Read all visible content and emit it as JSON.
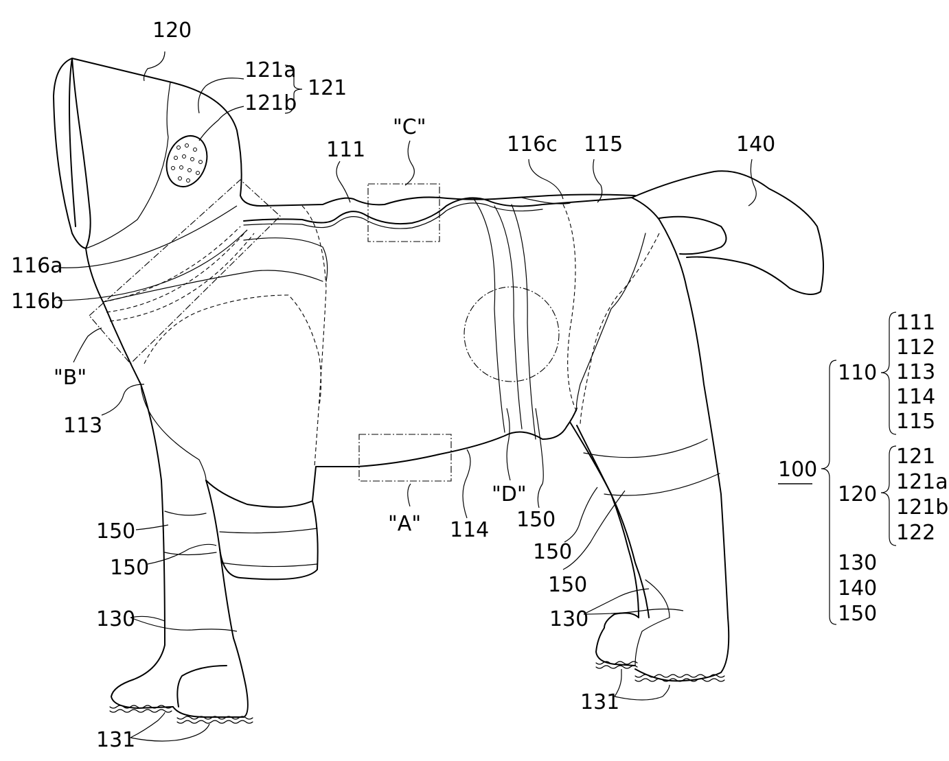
{
  "labels": {
    "l120": "120",
    "l121a": "121a",
    "l121b": "121b",
    "l121": "121",
    "lC": "\"C\"",
    "l111": "111",
    "l116c": "116c",
    "l115": "115",
    "l140": "140",
    "l116a": "116a",
    "l116b": "116b",
    "lB": "\"B\"",
    "l113": "113",
    "lA": "\"A\"",
    "l114": "114",
    "lD": "\"D\"",
    "l150a": "150",
    "l150b": "150",
    "l150c": "150",
    "l150d": "150",
    "l150e": "150",
    "l130a": "130",
    "l130b": "130",
    "l131a": "131",
    "l131b": "131"
  },
  "legend": {
    "root": "100",
    "group110": "110",
    "group110_items": [
      "111",
      "112",
      "113",
      "114",
      "115"
    ],
    "group120": "120",
    "group120_items": [
      "121",
      "121a",
      "121b",
      "122"
    ],
    "others": [
      "130",
      "140",
      "150"
    ]
  }
}
